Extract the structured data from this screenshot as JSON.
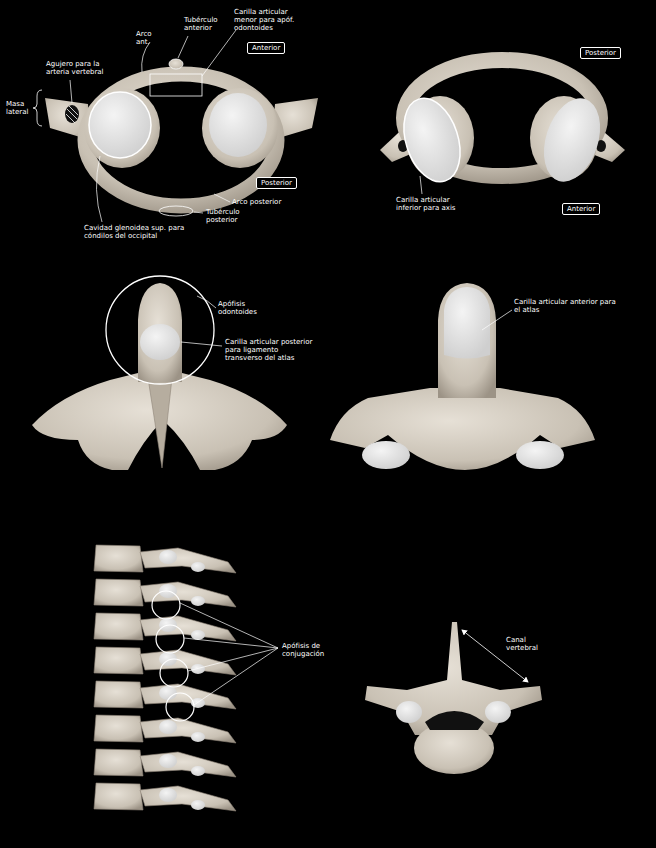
{
  "diagram": {
    "nodes": [
      {
        "text": [
          "Anterior"
        ]
      },
      {
        "text": [
          "Posterior"
        ]
      },
      {
        "text": [
          "Posterior"
        ]
      },
      {
        "text": [
          "Anterior"
        ]
      }
    ],
    "labels": [
      "Agujero para la arteria vertebral",
      "Masa lateral",
      "Arco ant.",
      "Tubérculo anterior",
      "Carilla articular menor para apóf. odontoides",
      "Arco posterior",
      "Tubérculo posterior",
      "Cavidad glenoidea sup. para cóndilos del occipital",
      "Carilla articular inferior para axis",
      "Apófisis odontoides",
      "Carilla articular posterior para ligamento transverso del atlas",
      "Carilla articular anterior para el atlas",
      "Apófisis de conjugación",
      "Canal vertebral"
    ]
  }
}
